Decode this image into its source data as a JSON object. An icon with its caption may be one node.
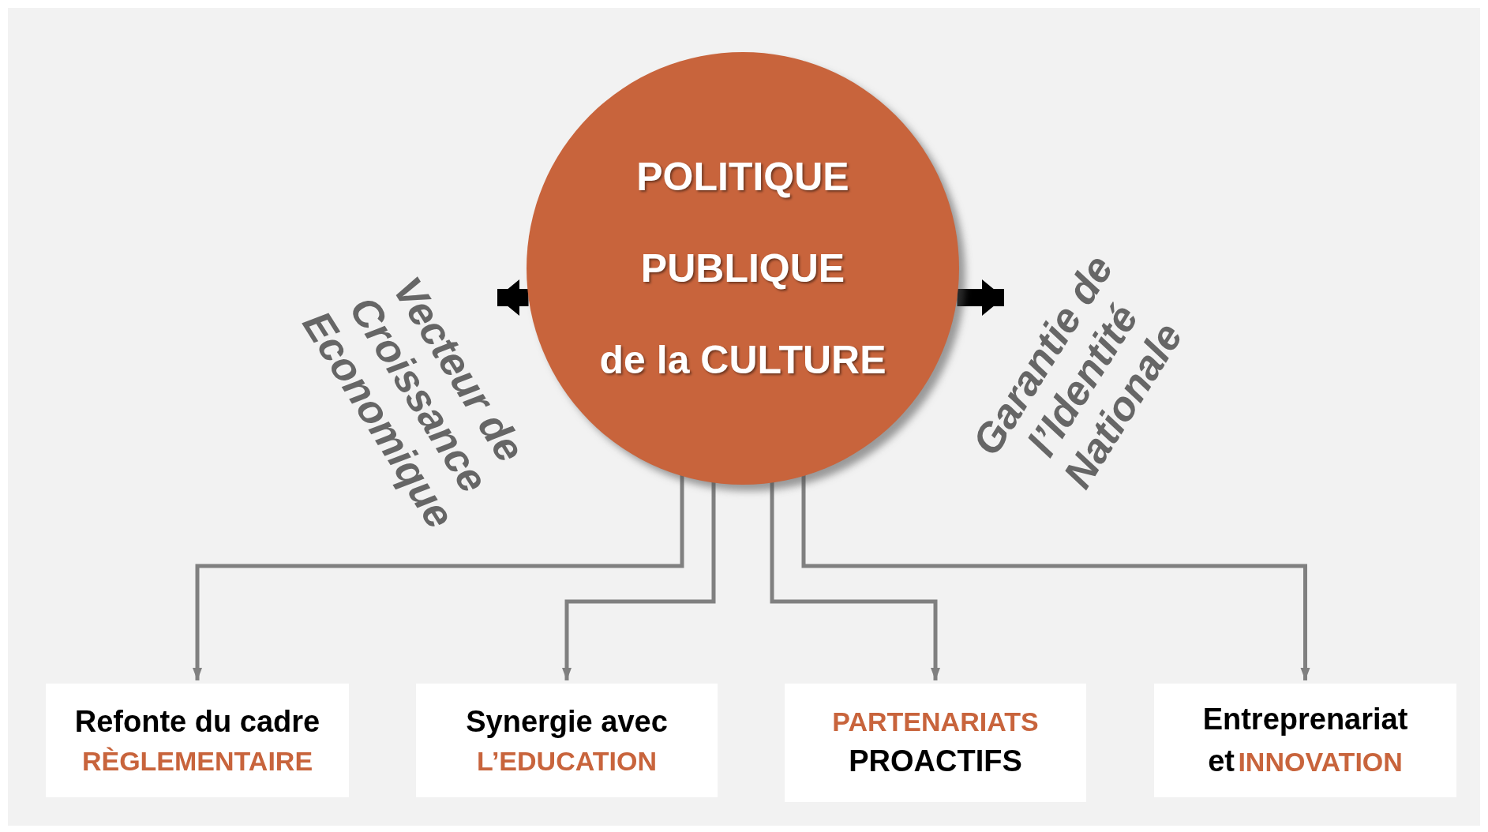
{
  "diagram": {
    "nodes": [
      {
        "text": [
          "POLITIQUE",
          "PUBLIQUE",
          "de la CULTURE"
        ]
      },
      {
        "text": [
          "Vecteur de Croissance Economique"
        ]
      },
      {
        "text": [
          "Garantie de l’Identité Nationale"
        ]
      },
      {
        "text": [
          "Refonte du cadre",
          "RÈGLEMENTAIRE"
        ]
      },
      {
        "text": [
          "Synergie avec",
          "L’EDUCATION"
        ]
      },
      {
        "text": [
          "PARTENARIATS",
          "PROACTIFS"
        ]
      },
      {
        "text": [
          "Entreprenariat et",
          "INNOVATION"
        ]
      }
    ],
    "edges": [
      {
        "from": 0,
        "to": 1,
        "arrow": "to",
        "style": "thick",
        "color": "#000000"
      },
      {
        "from": 0,
        "to": 2,
        "arrow": "to",
        "style": "thick",
        "color": "#000000"
      },
      {
        "from": 0,
        "to": 3,
        "arrow": "to"
      },
      {
        "from": 0,
        "to": 4,
        "arrow": "to"
      },
      {
        "from": 0,
        "to": 5,
        "arrow": "to"
      },
      {
        "from": 0,
        "to": 6,
        "arrow": "to"
      }
    ]
  }
}
